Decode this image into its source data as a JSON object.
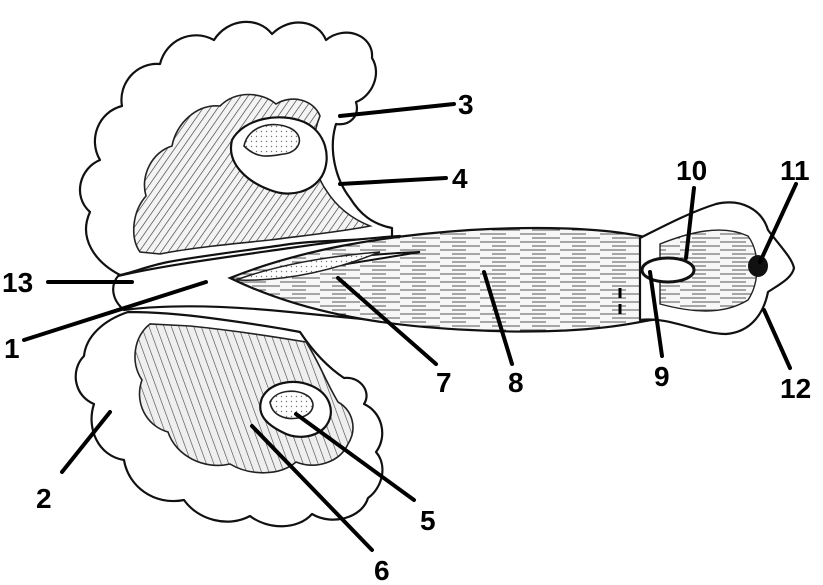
{
  "figure": {
    "labels": [
      "1",
      "2",
      "3",
      "4",
      "5",
      "6",
      "7",
      "8",
      "9",
      "10",
      "11",
      "12",
      "13"
    ]
  },
  "colors": {
    "ink": "#000000",
    "paper": "#ffffff",
    "shade": "#e8e8e8"
  }
}
